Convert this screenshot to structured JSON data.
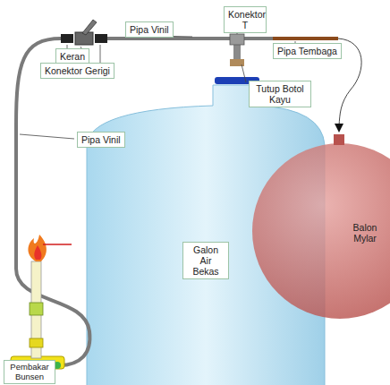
{
  "diagram": {
    "nodes": [
      {
        "text": [
          "Konektor T"
        ]
      },
      {
        "text": [
          "Keran"
        ]
      },
      {
        "text": [
          "Pipa Vinil"
        ]
      },
      {
        "text": [
          "Pipa Tembaga"
        ]
      },
      {
        "text": [
          "Konektor Gerigi"
        ]
      },
      {
        "text": [
          "Tutup Botol Kayu"
        ]
      },
      {
        "text": [
          "Pipa Vinil"
        ]
      },
      {
        "text": [
          "Balon Mylar"
        ]
      },
      {
        "text": [
          "Galon Air Bekas"
        ]
      },
      {
        "text": [
          "Pembakar Bunsen"
        ]
      }
    ]
  }
}
